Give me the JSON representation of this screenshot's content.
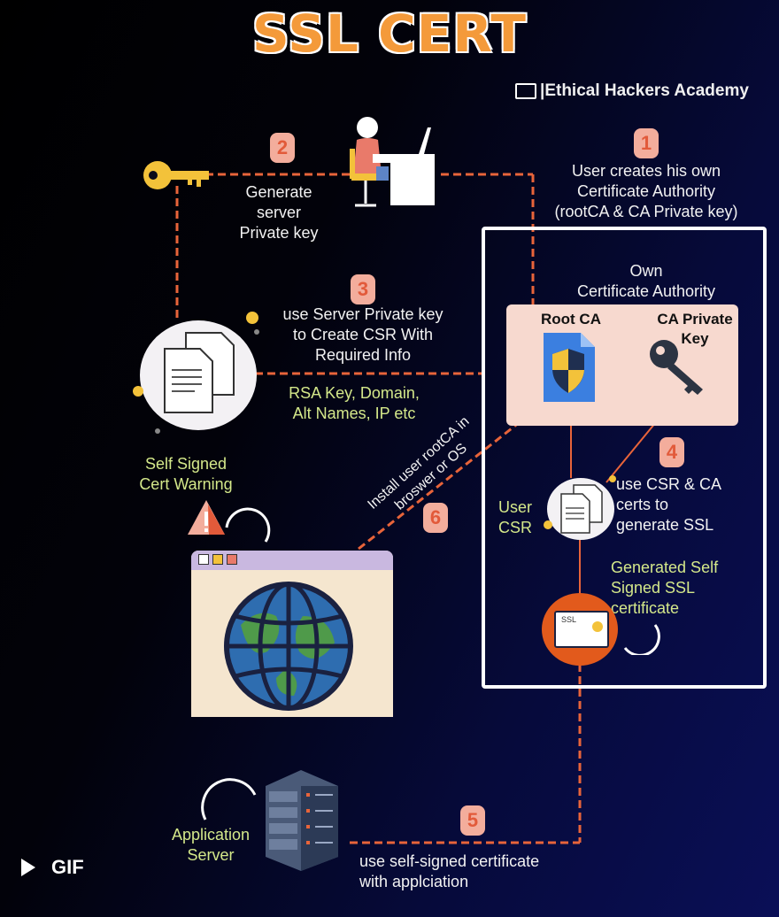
{
  "title": "SSL CERT",
  "brand": "|Ethical Hackers Academy",
  "steps": {
    "s1": {
      "num": "1",
      "text": [
        "User creates his own",
        "Certificate Authority",
        "(rootCA & CA Private key)"
      ]
    },
    "s2": {
      "num": "2",
      "text": [
        "Generate",
        "server",
        "Private key"
      ]
    },
    "s3": {
      "num": "3",
      "text": [
        "use Server Private key",
        "to Create CSR With",
        "Required Info"
      ]
    },
    "s4": {
      "num": "4",
      "text": [
        "use CSR & CA",
        "certs to",
        "generate SSL"
      ]
    },
    "s5": {
      "num": "5",
      "text": [
        "use self-signed certificate",
        "with applciation"
      ]
    },
    "s6": {
      "num": "6",
      "text": [
        "Install user rootCA in",
        "broswer or OS"
      ]
    }
  },
  "csr_info": [
    "RSA Key, Domain,",
    "Alt Names, IP etc"
  ],
  "own_ca": [
    "Own",
    "Certificate Authority"
  ],
  "root_ca": "Root CA",
  "ca_private_key": [
    "CA Private",
    "Key"
  ],
  "user_csr": [
    "User",
    "CSR"
  ],
  "generated_cert": [
    "Generated Self",
    "Signed SSL",
    "certificate"
  ],
  "ssl_badge": "SSL",
  "self_signed_warning": [
    "Self Signed",
    "Cert Warning"
  ],
  "app_server": [
    "Application",
    "Server"
  ],
  "gif_label": "GIF",
  "colors": {
    "accent": "#f49a3a",
    "line": "#e8643a",
    "green_text": "#d4e88a",
    "badge_bg": "#f3ad9c"
  }
}
